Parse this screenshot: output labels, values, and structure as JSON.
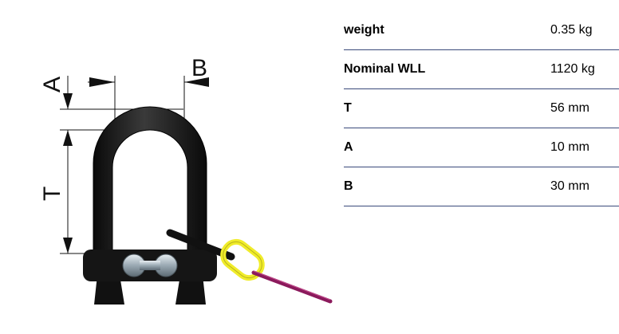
{
  "diagram": {
    "labels": {
      "a": "A",
      "b": "B",
      "t": "T"
    }
  },
  "specs": [
    {
      "label": "weight",
      "value": "0.35 kg"
    },
    {
      "label": "Nominal WLL",
      "value": "1120 kg"
    },
    {
      "label": "T",
      "value": "56 mm"
    },
    {
      "label": "A",
      "value": "10 mm"
    },
    {
      "label": "B",
      "value": "30 mm"
    }
  ]
}
